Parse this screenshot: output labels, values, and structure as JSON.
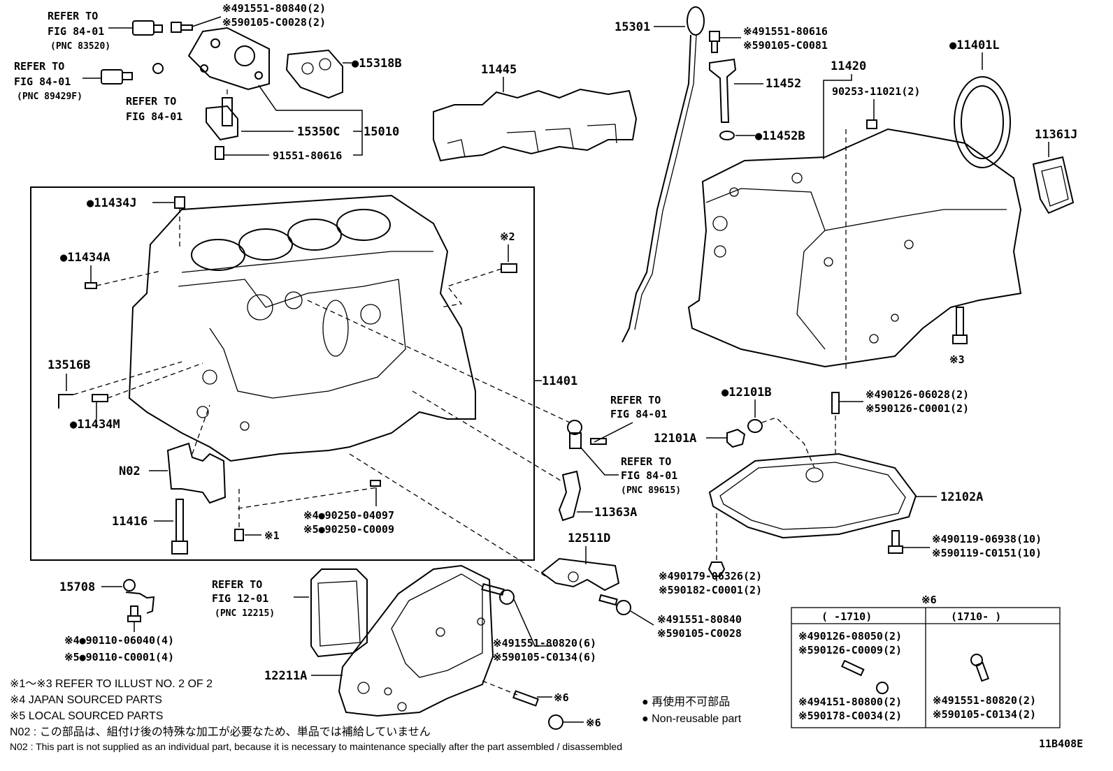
{
  "figure_code": "11B408E",
  "labels": {
    "refer_84_01_a": [
      "REFER TO",
      "FIG 84-01",
      "(PNC 83520)"
    ],
    "refer_84_01_b": [
      "REFER TO",
      "FIG 84-01",
      "(PNC 89429F)"
    ],
    "refer_84_01_c": [
      "REFER TO",
      "FIG 84-01"
    ],
    "bolt_top_a": [
      "※491551-80840(2)",
      "※590105-C0028(2)"
    ],
    "p15318B": "●15318B",
    "p15350C": "15350C",
    "p15010": "15010",
    "p91551_80616": "91551-80616",
    "p11445": "11445",
    "p15301": "15301",
    "bolt_top_b": [
      "※491551-80616",
      "※590105-C0081"
    ],
    "p11452": "11452",
    "p11452B": "●11452B",
    "p11420": "11420",
    "p90253": "90253-11021(2)",
    "p11401L": "●11401L",
    "p11361J": "11361J",
    "mark3_bottom": "※3",
    "p11434J": "●11434J",
    "p11434A": "●11434A",
    "mark2": "※2",
    "p13516B": "13516B",
    "p11434M": "●11434M",
    "p11401": "11401",
    "pN02": "N02",
    "p11416": "11416",
    "pin_a": [
      "※4●90250-04097",
      "※5●90250-C0009"
    ],
    "mark1": "※1",
    "refer_84_01_d": [
      "REFER TO",
      "FIG 84-01"
    ],
    "refer_84_01_e": [
      "REFER TO",
      "FIG 84-01",
      "(PNC 89615)"
    ],
    "p11363A": "11363A",
    "p12101B": "●12101B",
    "p12101A": "12101A",
    "stud_pan": [
      "※490126-06028(2)",
      "※590126-C0001(2)"
    ],
    "p12102A": "12102A",
    "bolt_pan": [
      "※490119-06938(10)",
      "※590119-C0151(10)"
    ],
    "nut_pan": [
      "※490179-06326(2)",
      "※590182-C0001(2)"
    ],
    "p12511D": "12511D",
    "bolt_12511": [
      "※491551-80840",
      "※590105-C0028"
    ],
    "p15708": "15708",
    "bolt_15708": [
      "※4●90110-06040(4)",
      "※5●90110-C0001(4)"
    ],
    "refer_12_01": [
      "REFER TO",
      "FIG 12-01",
      "(PNC 12215)"
    ],
    "p12211A": "12211A",
    "bolt_12211": [
      "※491551-80820(6)",
      "※590105-C0134(6)"
    ],
    "mark6_a": "※6",
    "mark6_b": "※6",
    "table_title": "※6",
    "table_col1": "(      -1710)",
    "table_col2": "(1710-      )",
    "table_c1_a": [
      "※490126-08050(2)",
      "※590126-C0009(2)"
    ],
    "table_c1_b": [
      "※494151-80800(2)",
      "※590178-C0034(2)"
    ],
    "table_c2": [
      "※491551-80820(2)",
      "※590105-C0134(2)"
    ],
    "legend_jp": "● 再使用不可部品",
    "legend_en": "● Non-reusable part"
  },
  "notes": [
    "※1～※3 REFER TO ILLUST NO. 2 OF 2",
    "※4 JAPAN SOURCED PARTS",
    "※5 LOCAL SOURCED PARTS",
    "N02 : この部品は、組付け後の特殊な加工が必要なため、単品では補給していません",
    "N02 : This part is not supplied as an individual part, because it is necessary to maintenance specially after the part assembled / disassembled"
  ]
}
